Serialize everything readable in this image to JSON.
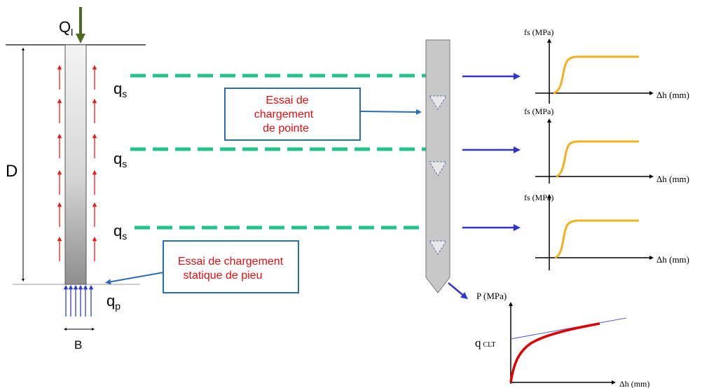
{
  "pile": {
    "load_label": "Q",
    "load_sub": "l",
    "depth_label": "D",
    "width_label": "B",
    "shaft_label": "q",
    "shaft_sub": "s",
    "tip_label": "q",
    "tip_sub": "p"
  },
  "callouts": {
    "pile_test": [
      "Essai de chargement",
      "statique de pieu"
    ],
    "tip_test": [
      "Essai de",
      "chargement",
      "de pointe"
    ]
  },
  "friction_charts": [
    {
      "ylabel": "fs (MPa)",
      "xlabel": "Δh (mm)"
    },
    {
      "ylabel": "fs (MPa)",
      "xlabel": "Δh (mm)"
    },
    {
      "ylabel": "fs (MPa)",
      "xlabel": "Δh (mm)"
    }
  ],
  "tip_chart": {
    "ylabel": "P  (MPa)",
    "xlabel": "Δh (mm)",
    "intercept_label": "q",
    "intercept_sub": "CLT"
  },
  "colors": {
    "load_arrow": "#4b6b1e",
    "friction_arrows": "#e02020",
    "tip_arrows": "#2a3fd0",
    "dashed_lines": "#22c48a",
    "link_arrows": "#3434c8",
    "callout_border": "#2a6db5",
    "callout_text": "#e01010",
    "friction_curve": "#f2b01e",
    "tip_curve": "#e00000",
    "tangent_line": "#4a5ad8"
  }
}
